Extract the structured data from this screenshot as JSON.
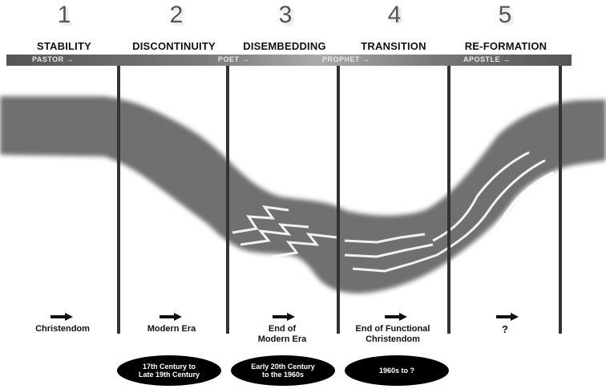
{
  "stages": [
    {
      "number": "1",
      "title": "STABILITY"
    },
    {
      "number": "2",
      "title": "DISCONTINUITY"
    },
    {
      "number": "3",
      "title": "DISEMBEDDING"
    },
    {
      "number": "4",
      "title": "TRANSITION"
    },
    {
      "number": "5",
      "title": "RE-FORMATION"
    }
  ],
  "band_labels": [
    "PASTOR →",
    "POET →",
    "PROPHET →",
    "APOSTLE →"
  ],
  "eras": [
    "Christendom",
    "Modern Era",
    "End of\nModern Era",
    "End of Functional\nChristendom",
    "?"
  ],
  "periods": [
    "17th Century to\nLate 19th Century",
    "Early 20th Century\nto the 1960s",
    "1960s to ?"
  ],
  "colors": {
    "flow": "#7a7a7a",
    "band": "#6a6a6a",
    "lines": "#333333",
    "pill": "#000000"
  }
}
